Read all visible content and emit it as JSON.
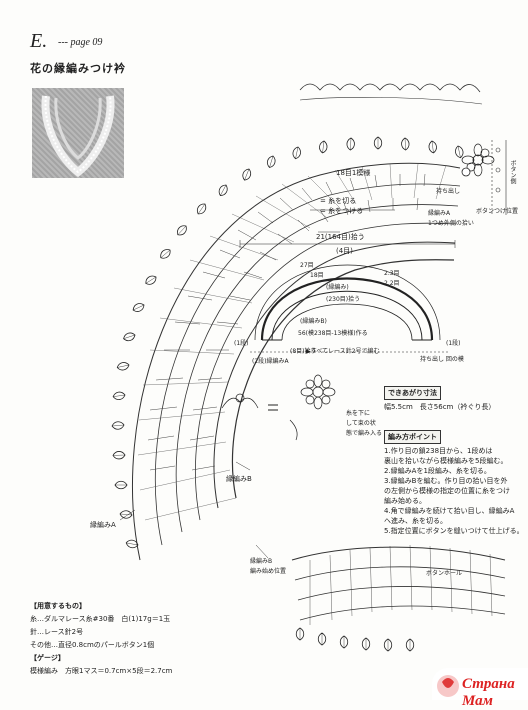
{
  "header": {
    "letter": "E.",
    "page_ref": "--- page 09"
  },
  "title": "花の縁編みつけ衿",
  "labels": {
    "rows_top": "18目1模様",
    "legend_a": "= 糸を切る",
    "legend_b": "= 糸をつける",
    "width_total": "21(164目)拾う",
    "width_part": "(4目)",
    "frag_27": "27目",
    "frag_18": "18目",
    "frag_232": "2.3目",
    "frag_226": "2.2目",
    "center_edge": "(縁編み)",
    "center_rows": "(230目)拾う",
    "border_b_center": "(縁編みB)",
    "center_count": "56(模238目-13模様)作る",
    "center_note": "▶すべてレース針2号で編む",
    "pick_left": "(1段)",
    "pick_right": "(1段)",
    "side_left": "(2段)縁編みA",
    "side_mid": "(8目)拾う",
    "side_right": "持ち出し 回の模",
    "btn_loop": "持ち出し",
    "border_a_top": "縁編みA",
    "border_a_top2": "1つめ外側の拾い",
    "button_note": "ボタンつけ位置",
    "side_text": "ボタン側",
    "motif_note1": "糸を下に",
    "motif_note2": "して束の状",
    "motif_note3": "態で編み入る",
    "border_b": "縁編みB",
    "border_a": "縁編みA",
    "button_loop_label": "ボタンホール",
    "start_note1": "縁編みB",
    "start_note2": "編み始め位置"
  },
  "size": {
    "heading": "できあがり寸法",
    "text": "幅5.5cm　長さ56cm（衿ぐり長）"
  },
  "points": {
    "heading": "編み方ポイント",
    "lines": [
      "1.作り目の鎖238目から、1段めは",
      "裏山を拾いながら模様編みを5段編む。",
      "2.縁編みAを1段編み、糸を切る。",
      "3.縁編みBを編む。作り目の拾い目を外",
      "の左側から模様の指定の位置に糸をつけ",
      "編み始める。",
      "4.角で縁編みを続けて拾い目し、縁編みA",
      "へ進み、糸を切る。",
      "5.指定位置にボタンを縫いつけて仕上げる。"
    ]
  },
  "materials": {
    "heading": "用意するもの",
    "lines": [
      "糸…ダルマレース糸#30番　白(1)17g＝1玉",
      "針…レース針2号",
      "その他…直径0.8cmのパールボタン1個"
    ]
  },
  "gauge": {
    "heading": "ゲージ",
    "text": "模様編み　方眼1マス＝0.7cm×5段＝2.7cm"
  },
  "watermark": {
    "text": "Страна Мам"
  }
}
